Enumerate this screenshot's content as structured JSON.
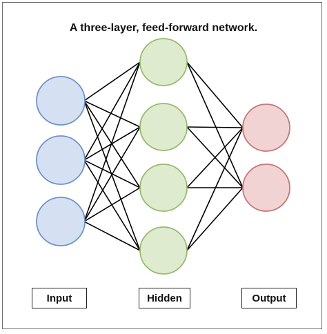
{
  "title": "A three-layer, feed-forward network.",
  "layers": [
    {
      "name": "input",
      "label": "Input",
      "node_count": 3,
      "fill": "#d5e1f3",
      "stroke": "#6f93c7"
    },
    {
      "name": "hidden",
      "label": "Hidden",
      "node_count": 4,
      "fill": "#deebce",
      "stroke": "#98bb6f"
    },
    {
      "name": "output",
      "label": "Output",
      "node_count": 2,
      "fill": "#f1d3d3",
      "stroke": "#c67777"
    }
  ],
  "connections": "fully-connected",
  "edge_color": "#000000"
}
